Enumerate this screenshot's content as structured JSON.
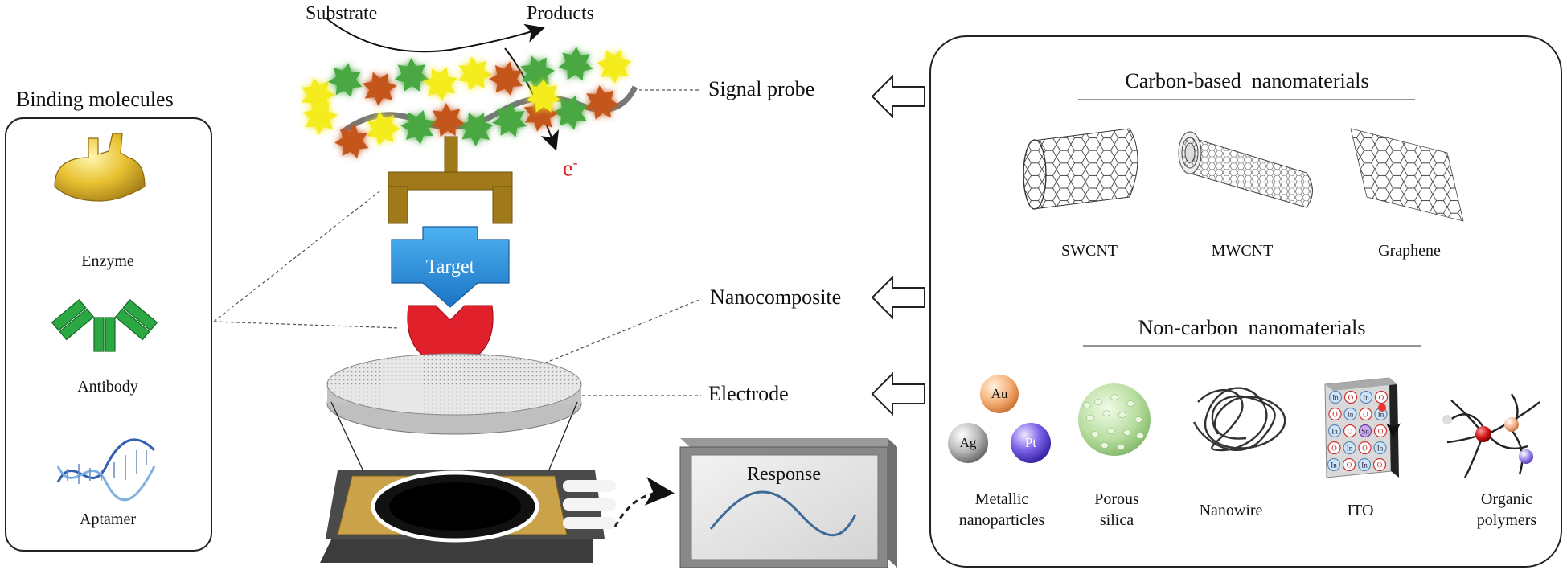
{
  "top": {
    "substrate": "Substrate",
    "products": "Products",
    "electron": "e",
    "electron_sup": "-"
  },
  "binding": {
    "title": "Binding molecules",
    "items": [
      "Enzyme",
      "Antibody",
      "Aptamer"
    ]
  },
  "center": {
    "target": "Target",
    "response": "Response"
  },
  "callouts": [
    "Signal probe",
    "Nanocomposite",
    "Electrode"
  ],
  "carbon": {
    "title": "Carbon-based  nanomaterials",
    "items": [
      "SWCNT",
      "MWCNT",
      "Graphene"
    ]
  },
  "noncarbon": {
    "title": "Non-carbon  nanomaterials",
    "items": [
      {
        "line1": "Metallic",
        "line2": "nanoparticles"
      },
      {
        "line1": "Porous",
        "line2": "silica"
      },
      {
        "line1": "Nanowire",
        "line2": ""
      },
      {
        "line1": "ITO",
        "line2": ""
      },
      {
        "line1": "Organic",
        "line2": "polymers"
      }
    ],
    "metals": [
      "Au",
      "Ag",
      "Pt"
    ],
    "ito_grid": [
      "In",
      "O",
      "In",
      "O",
      "O",
      "In",
      "O",
      "In",
      "In",
      "O",
      "Sn",
      "O",
      "O",
      "In",
      "O",
      "In",
      "In",
      "O",
      "In",
      "O"
    ]
  },
  "colors": {
    "enzyme": "#e3b62a",
    "antibody": "#2ca843",
    "target": "#2b8fdd",
    "receptor": "#e0202a",
    "probe_linker": "#a07a1a",
    "star_yellow": "#f4ec1c",
    "star_green": "#4aa842",
    "star_orange": "#c4561a",
    "electron": "#d42020"
  }
}
